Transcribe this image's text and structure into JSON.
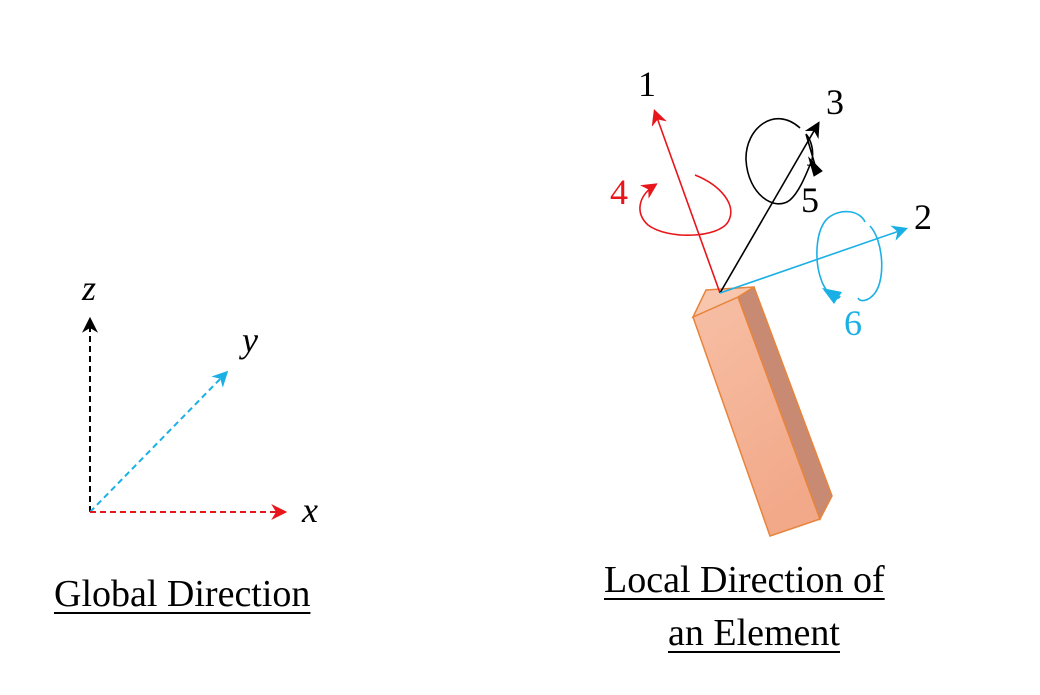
{
  "global_axes": {
    "z_label": "z",
    "y_label": "y",
    "x_label": "x",
    "caption": "Global Direction"
  },
  "local_axes": {
    "axis_1": "1",
    "axis_2": "2",
    "axis_3": "3",
    "rot_4": "4",
    "rot_5": "5",
    "rot_6": "6",
    "caption_line1": "Local Direction of",
    "caption_line2": "an Element"
  },
  "colors": {
    "red": "#e8161b",
    "blue": "#1ab0e6",
    "black": "#000000",
    "element_front": "#f5b89c",
    "element_side": "#c88a72",
    "element_top": "#f8c6ad",
    "element_edge": "#e8843c"
  }
}
